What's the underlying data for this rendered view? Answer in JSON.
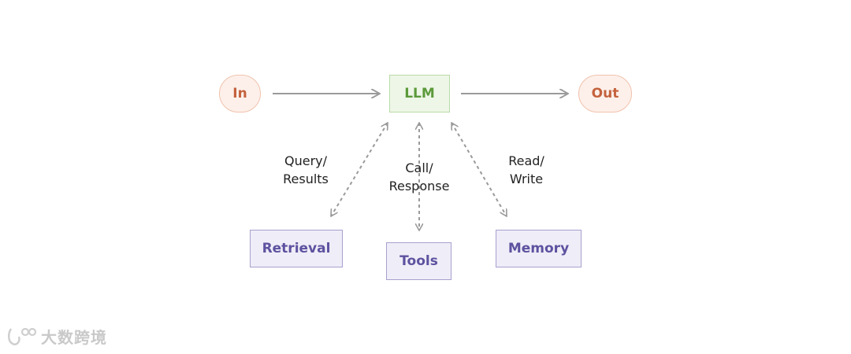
{
  "nodes": {
    "input": "In",
    "llm": "LLM",
    "output": "Out",
    "retrieval": "Retrieval",
    "tools": "Tools",
    "memory": "Memory"
  },
  "edges": {
    "retrieval": {
      "line1": "Query/",
      "line2": "Results"
    },
    "tools": {
      "line1": "Call/",
      "line2": "Response"
    },
    "memory": {
      "line1": "Read/",
      "line2": "Write"
    }
  },
  "watermark": {
    "text": "大数跨境"
  },
  "colors": {
    "io_fill": "#fdf0ea",
    "io_text": "#c4623d",
    "llm_fill": "#eef6e8",
    "llm_text": "#5c9a3a",
    "aux_fill": "#efedf7",
    "aux_text": "#5d52a0",
    "arrow": "#9a9a9a"
  }
}
